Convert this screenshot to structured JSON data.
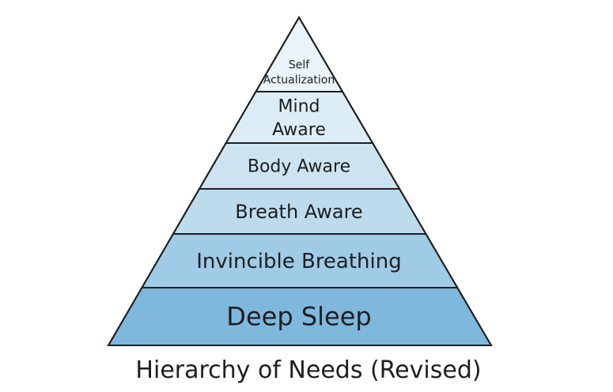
{
  "pyramid": {
    "tiers": [
      {
        "lines": [
          "Self",
          "Actualization"
        ],
        "fill": "#eaf4fa"
      },
      {
        "lines": [
          "Mind",
          "Aware"
        ],
        "fill": "#dcedf7"
      },
      {
        "lines": [
          "Body Aware"
        ],
        "fill": "#cce4f2"
      },
      {
        "lines": [
          "Breath Aware"
        ],
        "fill": "#bcdcee"
      },
      {
        "lines": [
          "Invincible Breathing"
        ],
        "fill": "#9fcbe6"
      },
      {
        "lines": [
          "Deep Sleep"
        ],
        "fill": "#7fb8dd"
      }
    ],
    "outline_color": "#1e1e1e"
  },
  "caption": "Hierarchy of Needs (Revised)"
}
